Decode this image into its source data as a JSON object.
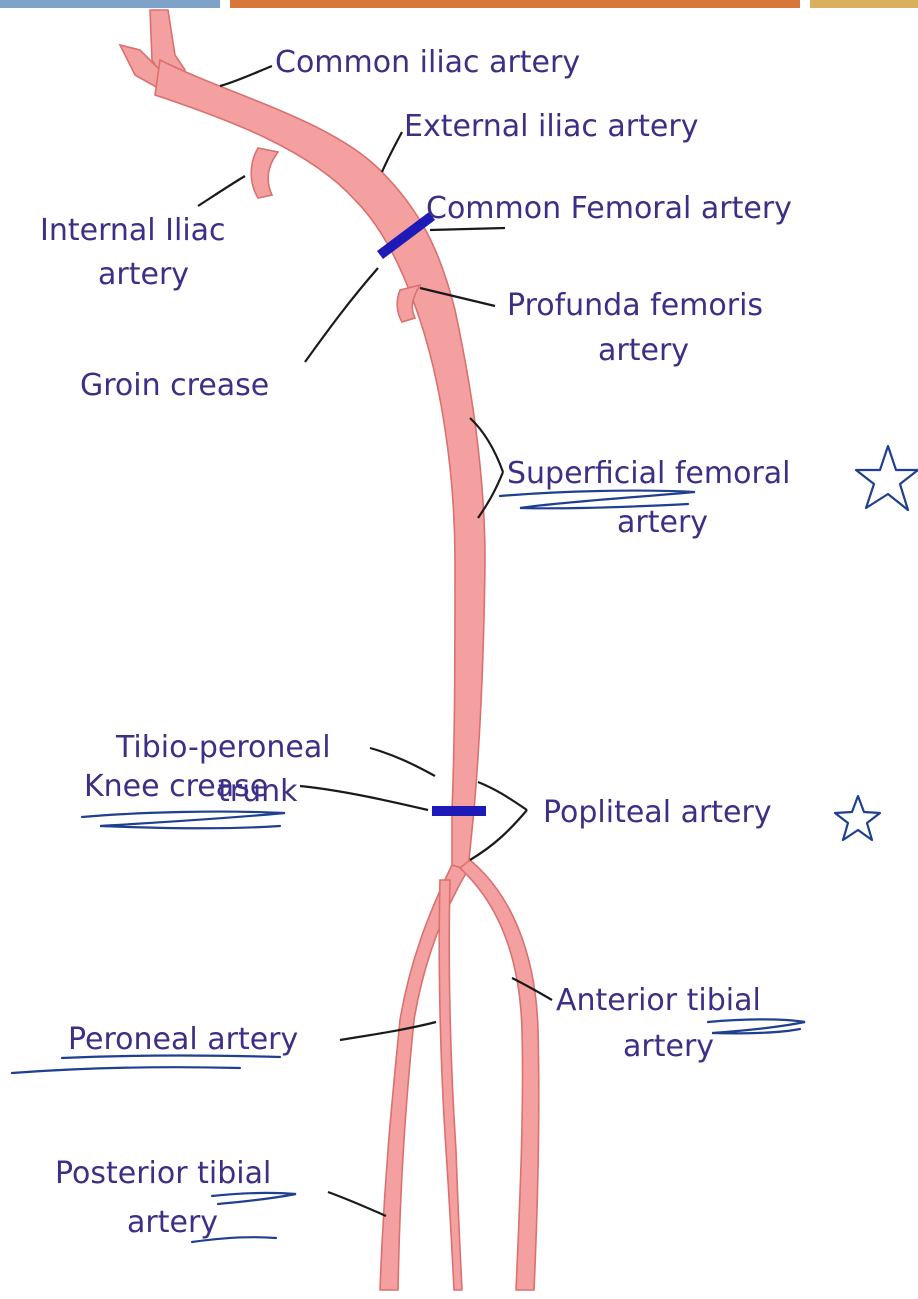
{
  "colors": {
    "artery_fill": "#f5a0a0",
    "artery_stroke": "#d9716f",
    "crease_bar": "#1d1ab8",
    "label_text": "#3e2f86",
    "annotation_ink": "#1f3f8f",
    "top_bar_left": "#7fa3c8",
    "top_bar_middle": "#d9763a",
    "top_bar_right": "#d9b15e"
  },
  "labels": {
    "common_iliac": "Common iliac artery",
    "external_iliac": "External iliac artery",
    "internal_iliac_line1": "Internal Iliac",
    "internal_iliac_line2": "artery",
    "common_femoral": "Common Femoral artery",
    "profunda_line1": "Profunda femoris",
    "profunda_line2": "artery",
    "groin_crease": "Groin crease",
    "superficial_femoral_line1": "Superficial femoral",
    "superficial_femoral_line2": "artery",
    "knee_crease": "Knee crease",
    "popliteal": "Popliteal artery",
    "tibio_peroneal_line1": "Tibio-peroneal",
    "tibio_peroneal_line2": "trunk",
    "anterior_tibial_line1": "Anterior tibial",
    "anterior_tibial_line2": "artery",
    "peroneal": "Peroneal artery",
    "posterior_tibial_line1": "Posterior tibial",
    "posterior_tibial_line2": "artery"
  },
  "annotations": {
    "star_icon": "star-outline-icon",
    "underline_icon": "handwritten-underline"
  }
}
